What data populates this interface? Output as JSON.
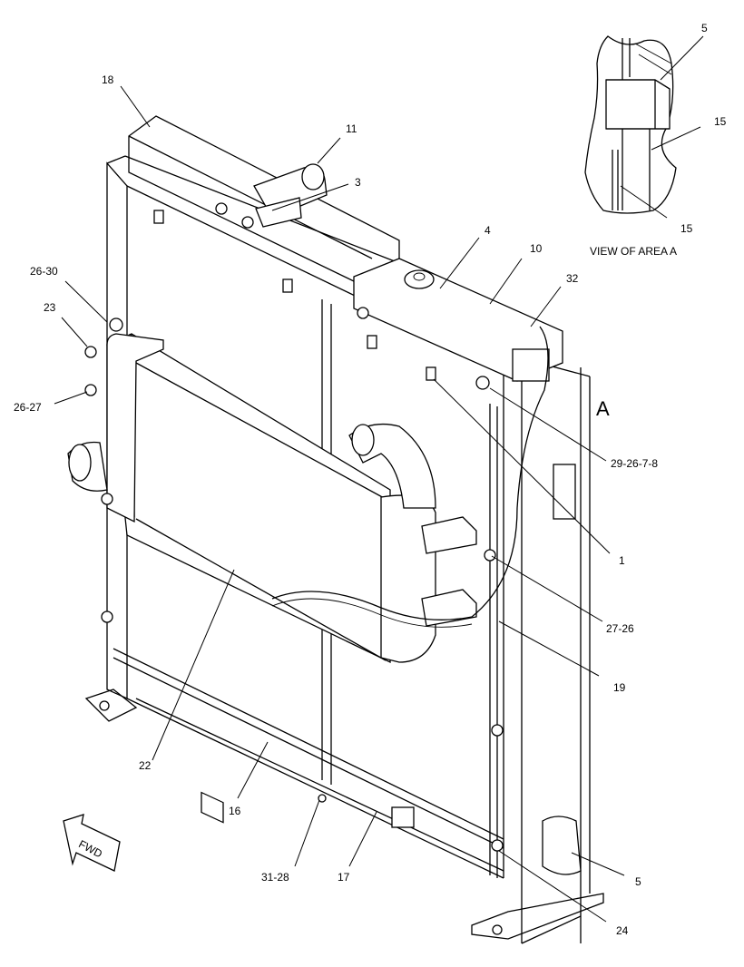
{
  "detail_view": {
    "caption": "VIEW OF AREA A",
    "labels": [
      "5",
      "15",
      "15"
    ]
  },
  "area_marker": "A",
  "fwd_label": "FWD",
  "callouts": [
    "18",
    "11",
    "3",
    "4",
    "10",
    "32",
    "26-30",
    "23",
    "26-27",
    "29-26-7-8",
    "1",
    "27-26",
    "19",
    "22",
    "16",
    "31-28",
    "17",
    "24",
    "5"
  ]
}
